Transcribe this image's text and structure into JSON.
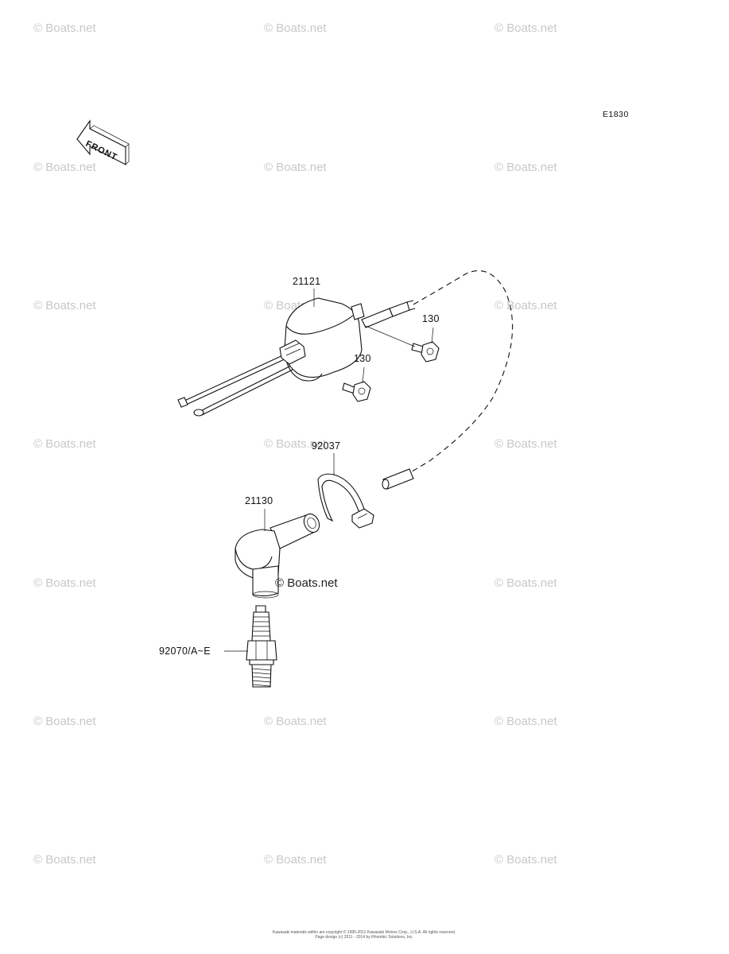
{
  "diagram": {
    "code": "E1830",
    "front_label": "FRONT",
    "parts": [
      {
        "number": "21121"
      },
      {
        "number": "130"
      },
      {
        "number": "130"
      },
      {
        "number": "92037"
      },
      {
        "number": "21130"
      },
      {
        "number": "92070/A~E"
      }
    ],
    "watermark_text": "© Boats.net",
    "center_watermark": "© Boats.net",
    "footer_line1": "Kawasaki materials within are copyright © 1995-2011 Kawasaki Motors Corp., U.S.A. All rights reserved.",
    "footer_line2": "Page design (c) 2011 - 2014 by Rhombic Solutions, Inc."
  }
}
